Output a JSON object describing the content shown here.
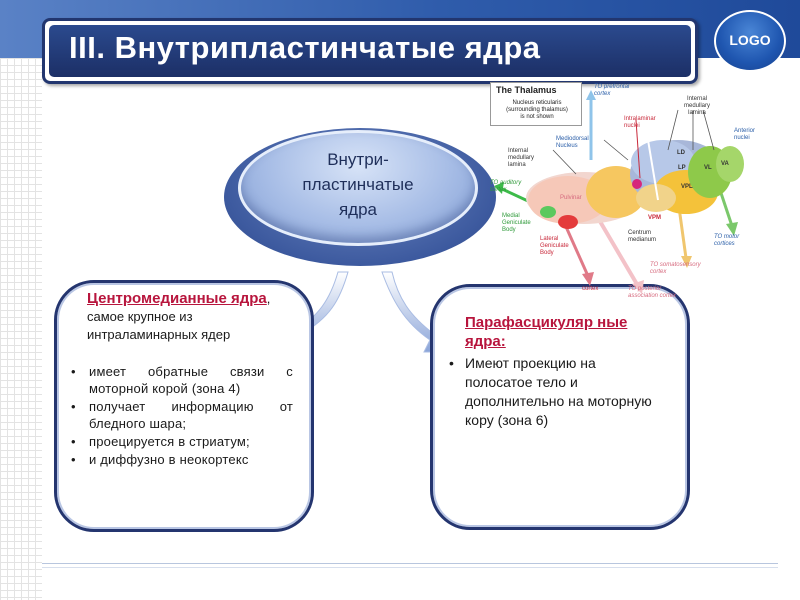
{
  "slide": {
    "title": "III. Внутрипластинчатые ядра",
    "logo": "LOGO"
  },
  "hub": {
    "text": "Внутри-\nпластинчатые\nядра"
  },
  "left_box": {
    "heading": "Центромедианные ядра",
    "intro": ", самое крупное из интраламинарных ядер",
    "bullets": [
      "имеет обратные связи с моторной корой (зона 4)",
      "получает информацию от бледного шара;",
      "проецируется в стриатум;",
      "и диффузно в неокортекс"
    ]
  },
  "right_box": {
    "heading": "Парафасцикуляр ные ядра:",
    "bullets": [
      "Имеют проекцию на полосатое тело и дополнительно на моторную кору (зона 6)"
    ]
  },
  "figure": {
    "title": "The Thalamus",
    "note": "Nucleus reticularis\n(surrounding thalamus)\nis not shown",
    "labels": {
      "to_prefrontal": "TO prefrontal\ncortex",
      "internal_lamina_top": "Internal\nmedullary\nlamina",
      "intralaminar": "Intralaminar\nnuclei",
      "anterior": "Anterior\nnuclei",
      "mediodorsal": "Mediodorsal\nNucleus",
      "internal_lamina_left": "Internal\nmedullary\nlamina",
      "ld": "LD",
      "lp": "LP",
      "vl": "VL",
      "va": "VA",
      "vpl": "VPL",
      "vpm": "VPM",
      "pulvinar": "Pulvinar",
      "to_auditory": "TO auditory\ncortex",
      "medial_geniculate": "Medial\nGeniculate\nBody",
      "lateral_geniculate": "Lateral\nGeniculate\nBody",
      "centrum": "Centrum\nmedianum",
      "to_motor": "TO motor\ncortices",
      "to_somatosensory": "TO somatosensory\ncortex",
      "cortex": "cortex",
      "to_posterior": "TO posterior\nassociation cortex"
    }
  },
  "colors": {
    "title_bg": "#1c2f66",
    "heading_red": "#b8153d",
    "box_border": "#24356f"
  }
}
